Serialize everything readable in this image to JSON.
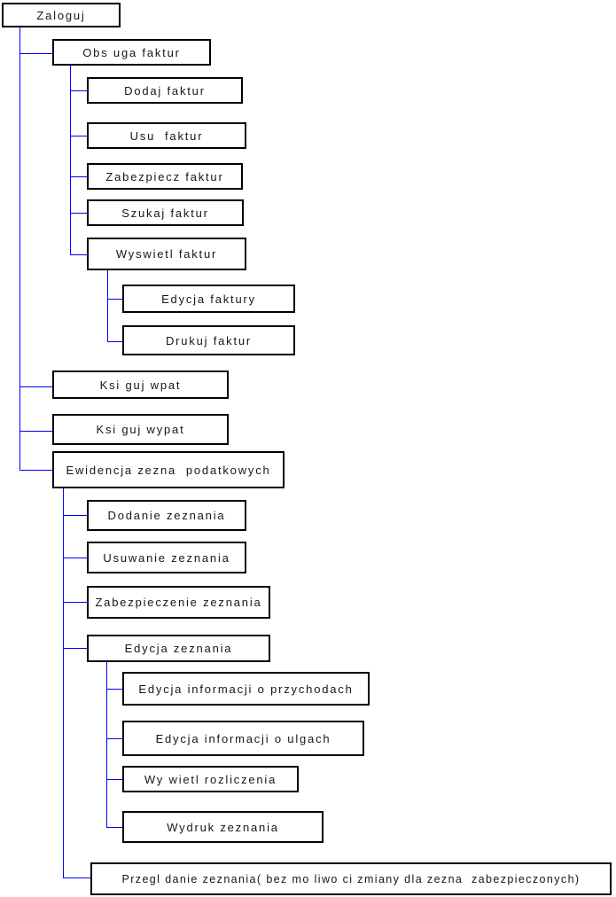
{
  "diagram": {
    "type": "tree",
    "language": "pl",
    "node_border_color": "#000000",
    "connector_color": "#0000ff",
    "background_color": "#ffffff",
    "nodes": [
      {
        "id": "zaloguj",
        "label": "Zaloguj",
        "level": 0,
        "parent": null
      },
      {
        "id": "obsluga-faktur",
        "label": "Obs uga faktur",
        "level": 1,
        "parent": "zaloguj"
      },
      {
        "id": "dodaj-faktur",
        "label": "Dodaj faktur",
        "level": 2,
        "parent": "obsluga-faktur"
      },
      {
        "id": "usun-faktur",
        "label": "Usu  faktur",
        "level": 2,
        "parent": "obsluga-faktur"
      },
      {
        "id": "zabezpiecz-faktur",
        "label": "Zabezpiecz faktur",
        "level": 2,
        "parent": "obsluga-faktur"
      },
      {
        "id": "szukaj-faktur",
        "label": "Szukaj faktur",
        "level": 2,
        "parent": "obsluga-faktur"
      },
      {
        "id": "wyswietl-faktur",
        "label": "Wyswietl faktur",
        "level": 2,
        "parent": "obsluga-faktur"
      },
      {
        "id": "edycja-faktury",
        "label": "Edycja faktury",
        "level": 3,
        "parent": "wyswietl-faktur"
      },
      {
        "id": "drukuj-faktur",
        "label": "Drukuj faktur",
        "level": 3,
        "parent": "wyswietl-faktur"
      },
      {
        "id": "ksieguj-wplat",
        "label": "Ksi guj wpat",
        "level": 1,
        "parent": "zaloguj"
      },
      {
        "id": "ksieguj-wyplat",
        "label": "Ksi guj wypat",
        "level": 1,
        "parent": "zaloguj"
      },
      {
        "id": "ewidencja-zeznan",
        "label": "Ewidencja zezna  podatkowych",
        "level": 1,
        "parent": "zaloguj"
      },
      {
        "id": "dodanie-zeznania",
        "label": "Dodanie zeznania",
        "level": 2,
        "parent": "ewidencja-zeznan"
      },
      {
        "id": "usuwanie-zeznania",
        "label": "Usuwanie zeznania",
        "level": 2,
        "parent": "ewidencja-zeznan"
      },
      {
        "id": "zabezpieczenie-zeznania",
        "label": "Zabezpieczenie zeznania",
        "level": 2,
        "parent": "ewidencja-zeznan"
      },
      {
        "id": "edycja-zeznania",
        "label": "Edycja zeznania",
        "level": 2,
        "parent": "ewidencja-zeznan"
      },
      {
        "id": "edycja-inf-przychody",
        "label": "Edycja informacji o przychodach",
        "level": 3,
        "parent": "edycja-zeznania"
      },
      {
        "id": "edycja-inf-ulgi",
        "label": "Edycja informacji o ulgach",
        "level": 3,
        "parent": "edycja-zeznania"
      },
      {
        "id": "wyswietl-rozliczenia",
        "label": "Wy wietl rozliczenia",
        "level": 3,
        "parent": "edycja-zeznania"
      },
      {
        "id": "wydruk-zeznania",
        "label": "Wydruk zeznania",
        "level": 3,
        "parent": "edycja-zeznania"
      },
      {
        "id": "przegladanie-zeznania",
        "label": "Przegl danie zeznania( bez mo liwo ci zmiany dla zezna  zabezpieczonych)",
        "level": 2,
        "parent": "ewidencja-zeznan"
      }
    ]
  }
}
